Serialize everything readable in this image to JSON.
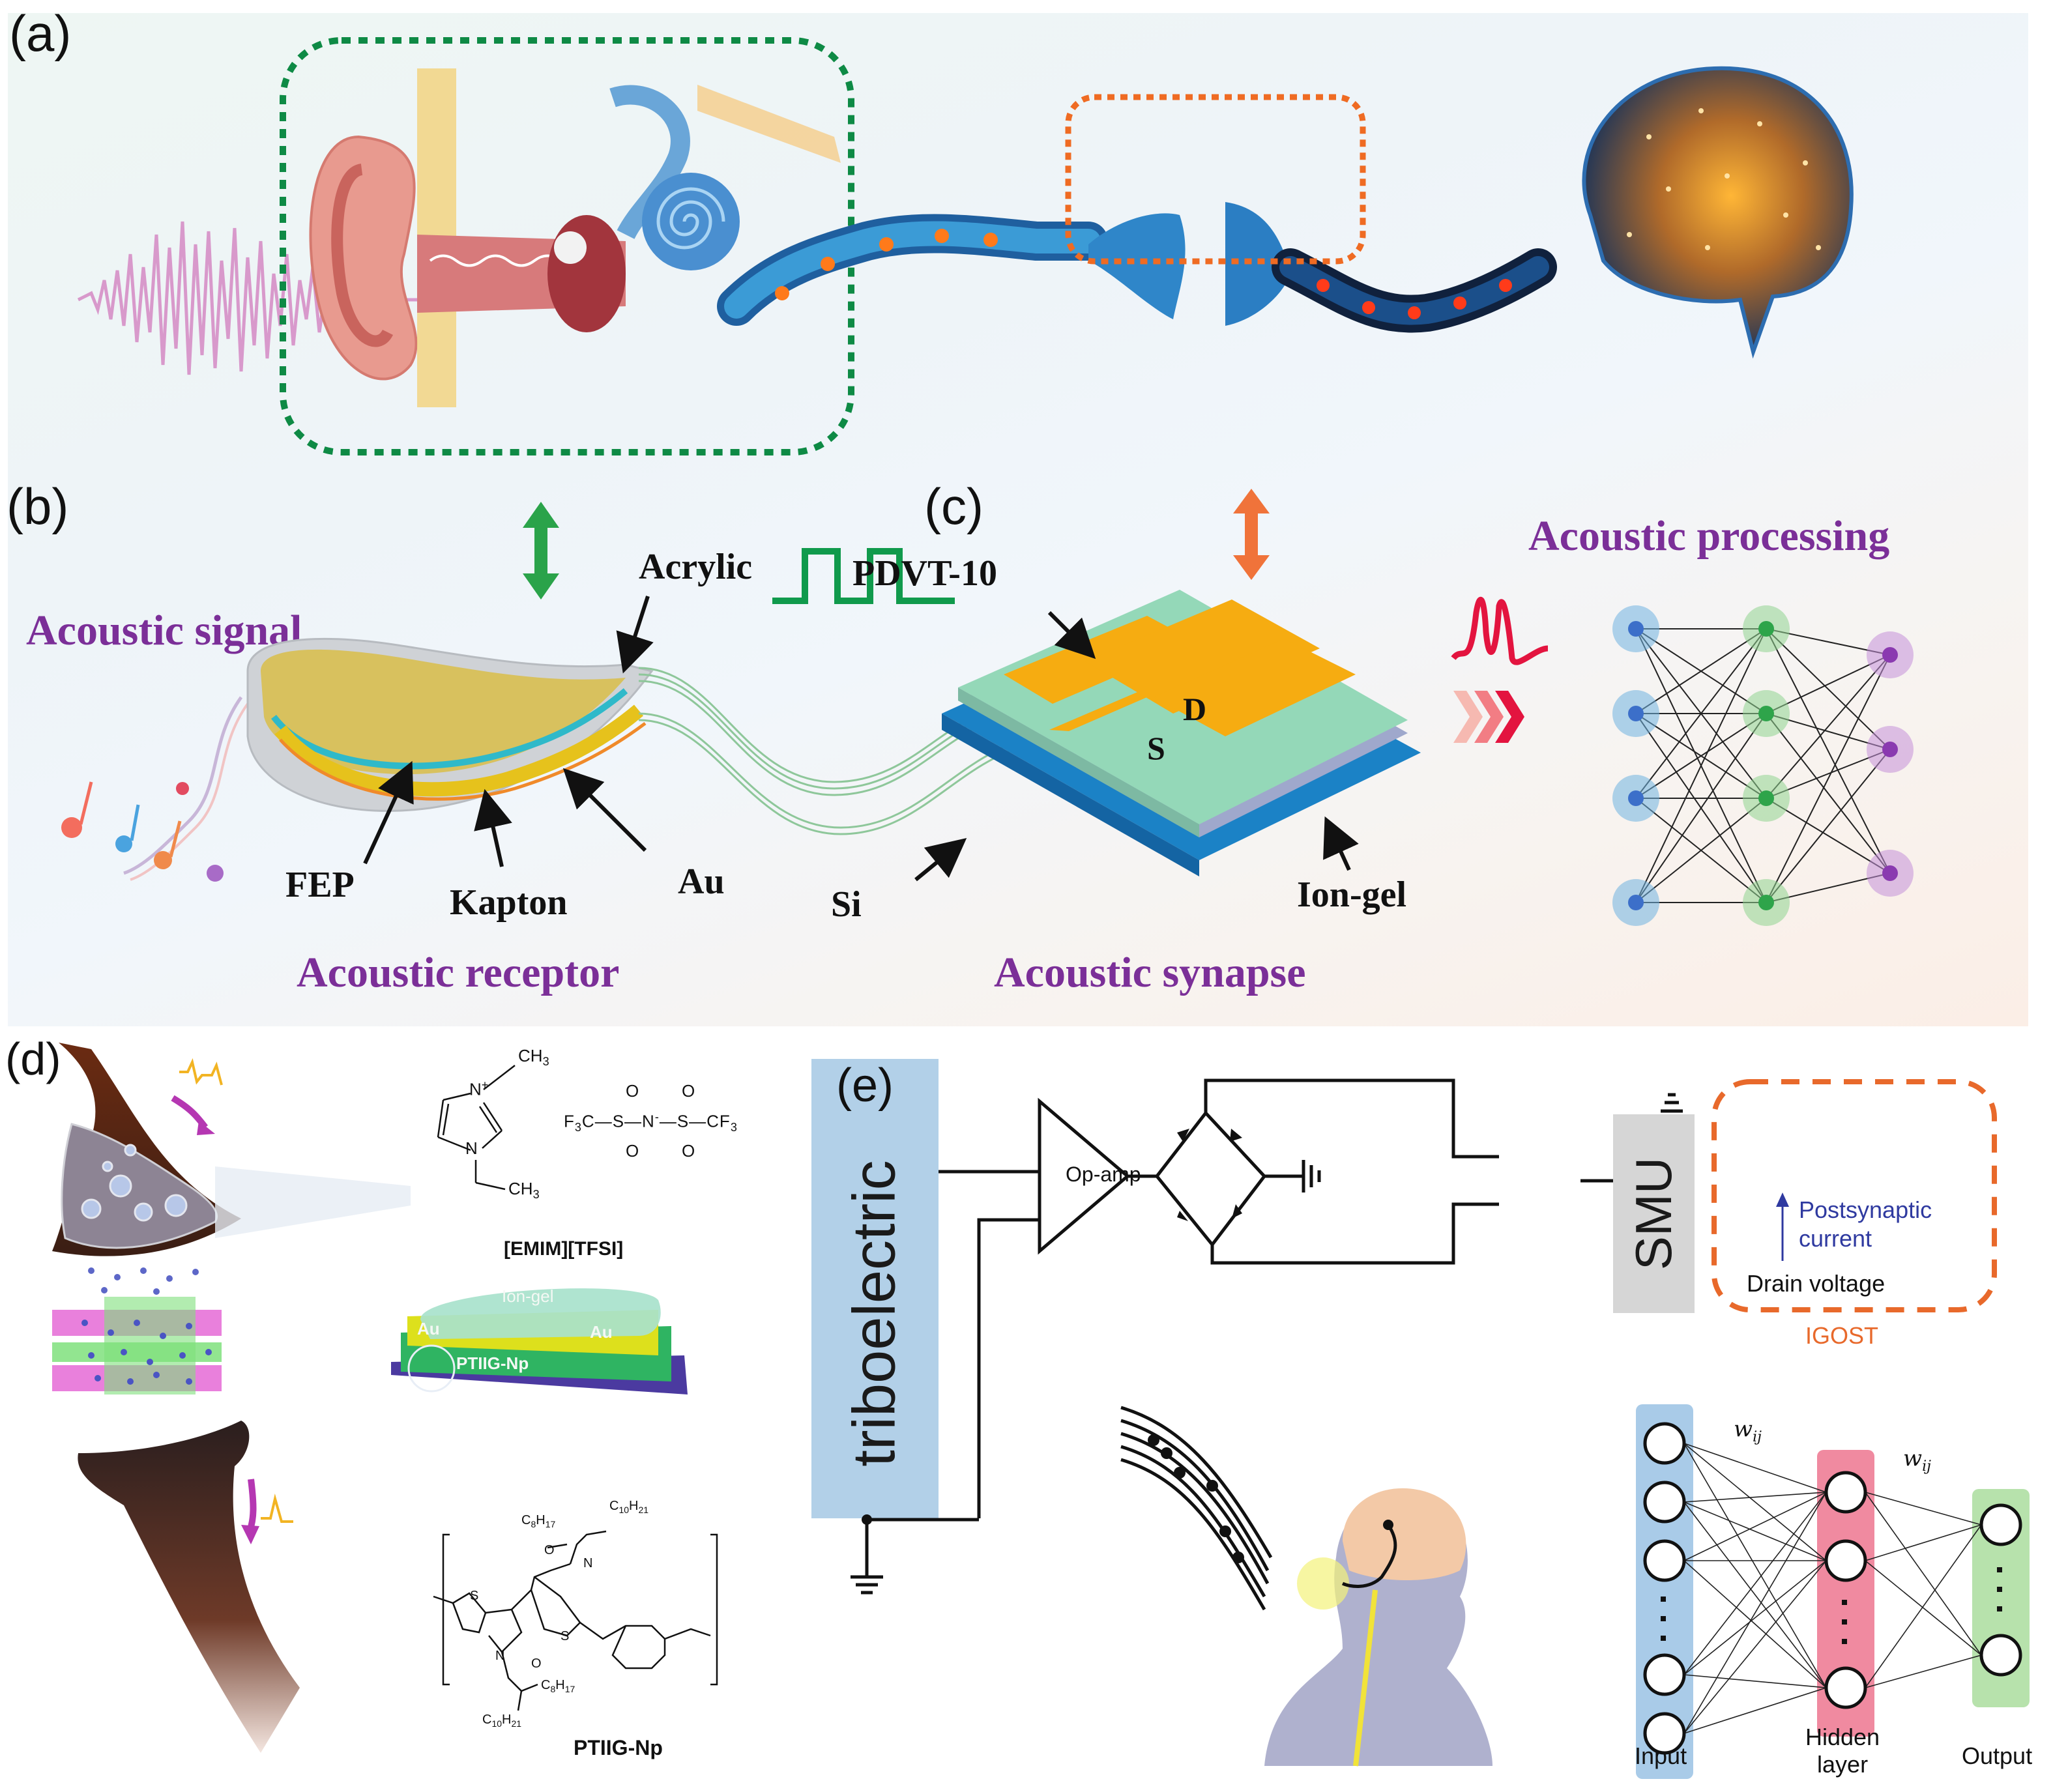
{
  "figure": {
    "panels": {
      "a": {
        "label": "(a)"
      },
      "b": {
        "label": "(b)"
      },
      "c": {
        "label": "(c)"
      },
      "d": {
        "label": "(d)"
      },
      "e": {
        "label": "(e)"
      }
    },
    "top": {
      "acoustic_signal": "Acoustic signal",
      "acoustic_receptor": "Acoustic receptor",
      "acoustic_synapse": "Acoustic synapse",
      "acoustic_processing": "Acoustic processing",
      "receptor_layers": {
        "acrylic": "Acrylic",
        "fep": "FEP",
        "kapton": "Kapton",
        "au": "Au"
      },
      "synapse_layers": {
        "pdvt": "PDVT-10",
        "drain": "D",
        "source": "S",
        "si": "Si",
        "ion_gel": "Ion-gel"
      },
      "colors": {
        "green_box": "#0e8a45",
        "orange_box": "#ef6b23",
        "purple_text": "#7b2f98",
        "pulse_green": "#109a4c",
        "spike_red": "#e3143f"
      }
    },
    "panel_d": {
      "cation": {
        "ch3_top": "CH",
        "ch3_top_sub": "3",
        "n_plus": "N",
        "plus": "+",
        "n": "N",
        "ch3_bot": "CH",
        "ch3_bot_sub": "3"
      },
      "anion": {
        "left": "F",
        "left_sub": "3",
        "left_c": "C",
        "s": "S",
        "n_minus": "N",
        "minus": "-",
        "right_cf": "CF",
        "right_sub": "3",
        "o": "O"
      },
      "ionic_liquid_name": "[EMIM][TFSI]",
      "device_layers": {
        "ion_gel": "Ion-gel",
        "au_left": "Au",
        "au_right": "Au",
        "semiconductor": "PTIIG-Np"
      },
      "polymer": {
        "name": "PTIIG-Np",
        "c8": "C",
        "c8_sub": "8",
        "h17": "H",
        "h17_sub": "17",
        "c10": "C",
        "c10_sub": "10",
        "h21": "H",
        "h21_sub": "21",
        "s": "S",
        "n": "N",
        "o": "O"
      }
    },
    "panel_e": {
      "source": "triboelectric",
      "amplifier": "Op-amp",
      "meter": "SMU",
      "postsynaptic_line1": "Postsynaptic",
      "postsynaptic_line2": "current",
      "drain_voltage": "Drain voltage",
      "device_name": "IGOST",
      "weight_label": "w",
      "weight_sub": "ij",
      "layers": {
        "input": "Input",
        "hidden_line1": "Hidden",
        "hidden_line2": "layer",
        "output": "Output"
      },
      "colors": {
        "source_box": "#b2d0e8",
        "smu_box": "#d6d6d6",
        "igost_dash": "#e8692b",
        "postsynaptic_text": "#2f3aa0",
        "input_layer": "#a9cbe8",
        "hidden_layer": "#f08aa0",
        "output_layer": "#b7e2ac"
      }
    }
  }
}
